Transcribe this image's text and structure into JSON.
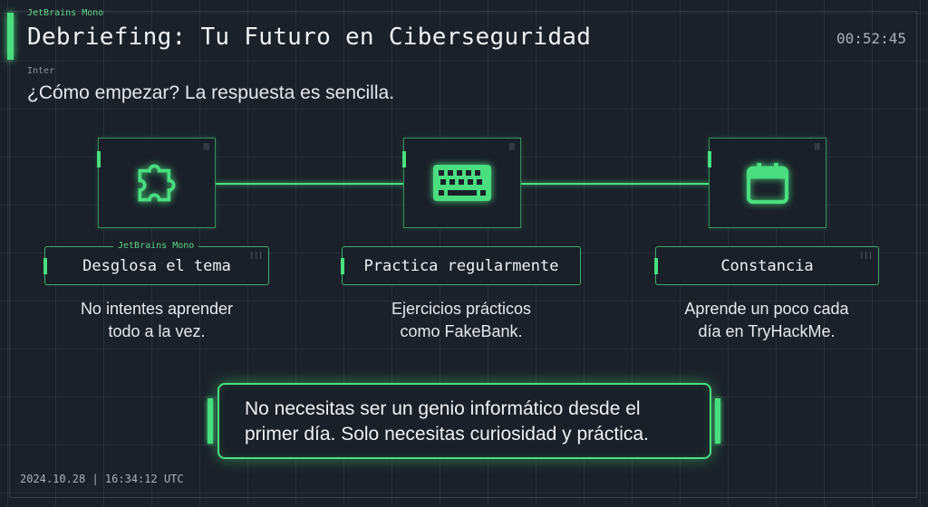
{
  "header": {
    "font_tag": "JetBrains Mono",
    "title": "Debriefing: Tu Futuro en Ciberseguridad",
    "timer": "00:52:45",
    "sub_font_tag": "Inter",
    "subtitle": "¿Cómo empezar? La respuesta es sencilla."
  },
  "steps": [
    {
      "icon": "puzzle-icon",
      "font_tag": "JetBrains Mono",
      "label": "Desglosa el tema",
      "desc1": "No intentes aprender",
      "desc2": "todo a la vez."
    },
    {
      "icon": "keyboard-icon",
      "label": "Practica regularmente",
      "desc1": "Ejercicios prácticos",
      "desc2": "como FakeBank."
    },
    {
      "icon": "calendar-icon",
      "label": "Constancia",
      "desc1": "Aprende un poco cada",
      "desc2": "día en TryHackMe."
    }
  ],
  "callout": {
    "line1": "No necesitas ser un genio informático desde el",
    "line2": "primer día. Solo necesitas curiosidad y práctica."
  },
  "footer": {
    "timestamp": "2024.10.28 | 16:34:12 UTC"
  },
  "colors": {
    "accent": "#4ade80",
    "background": "#1b2129"
  }
}
